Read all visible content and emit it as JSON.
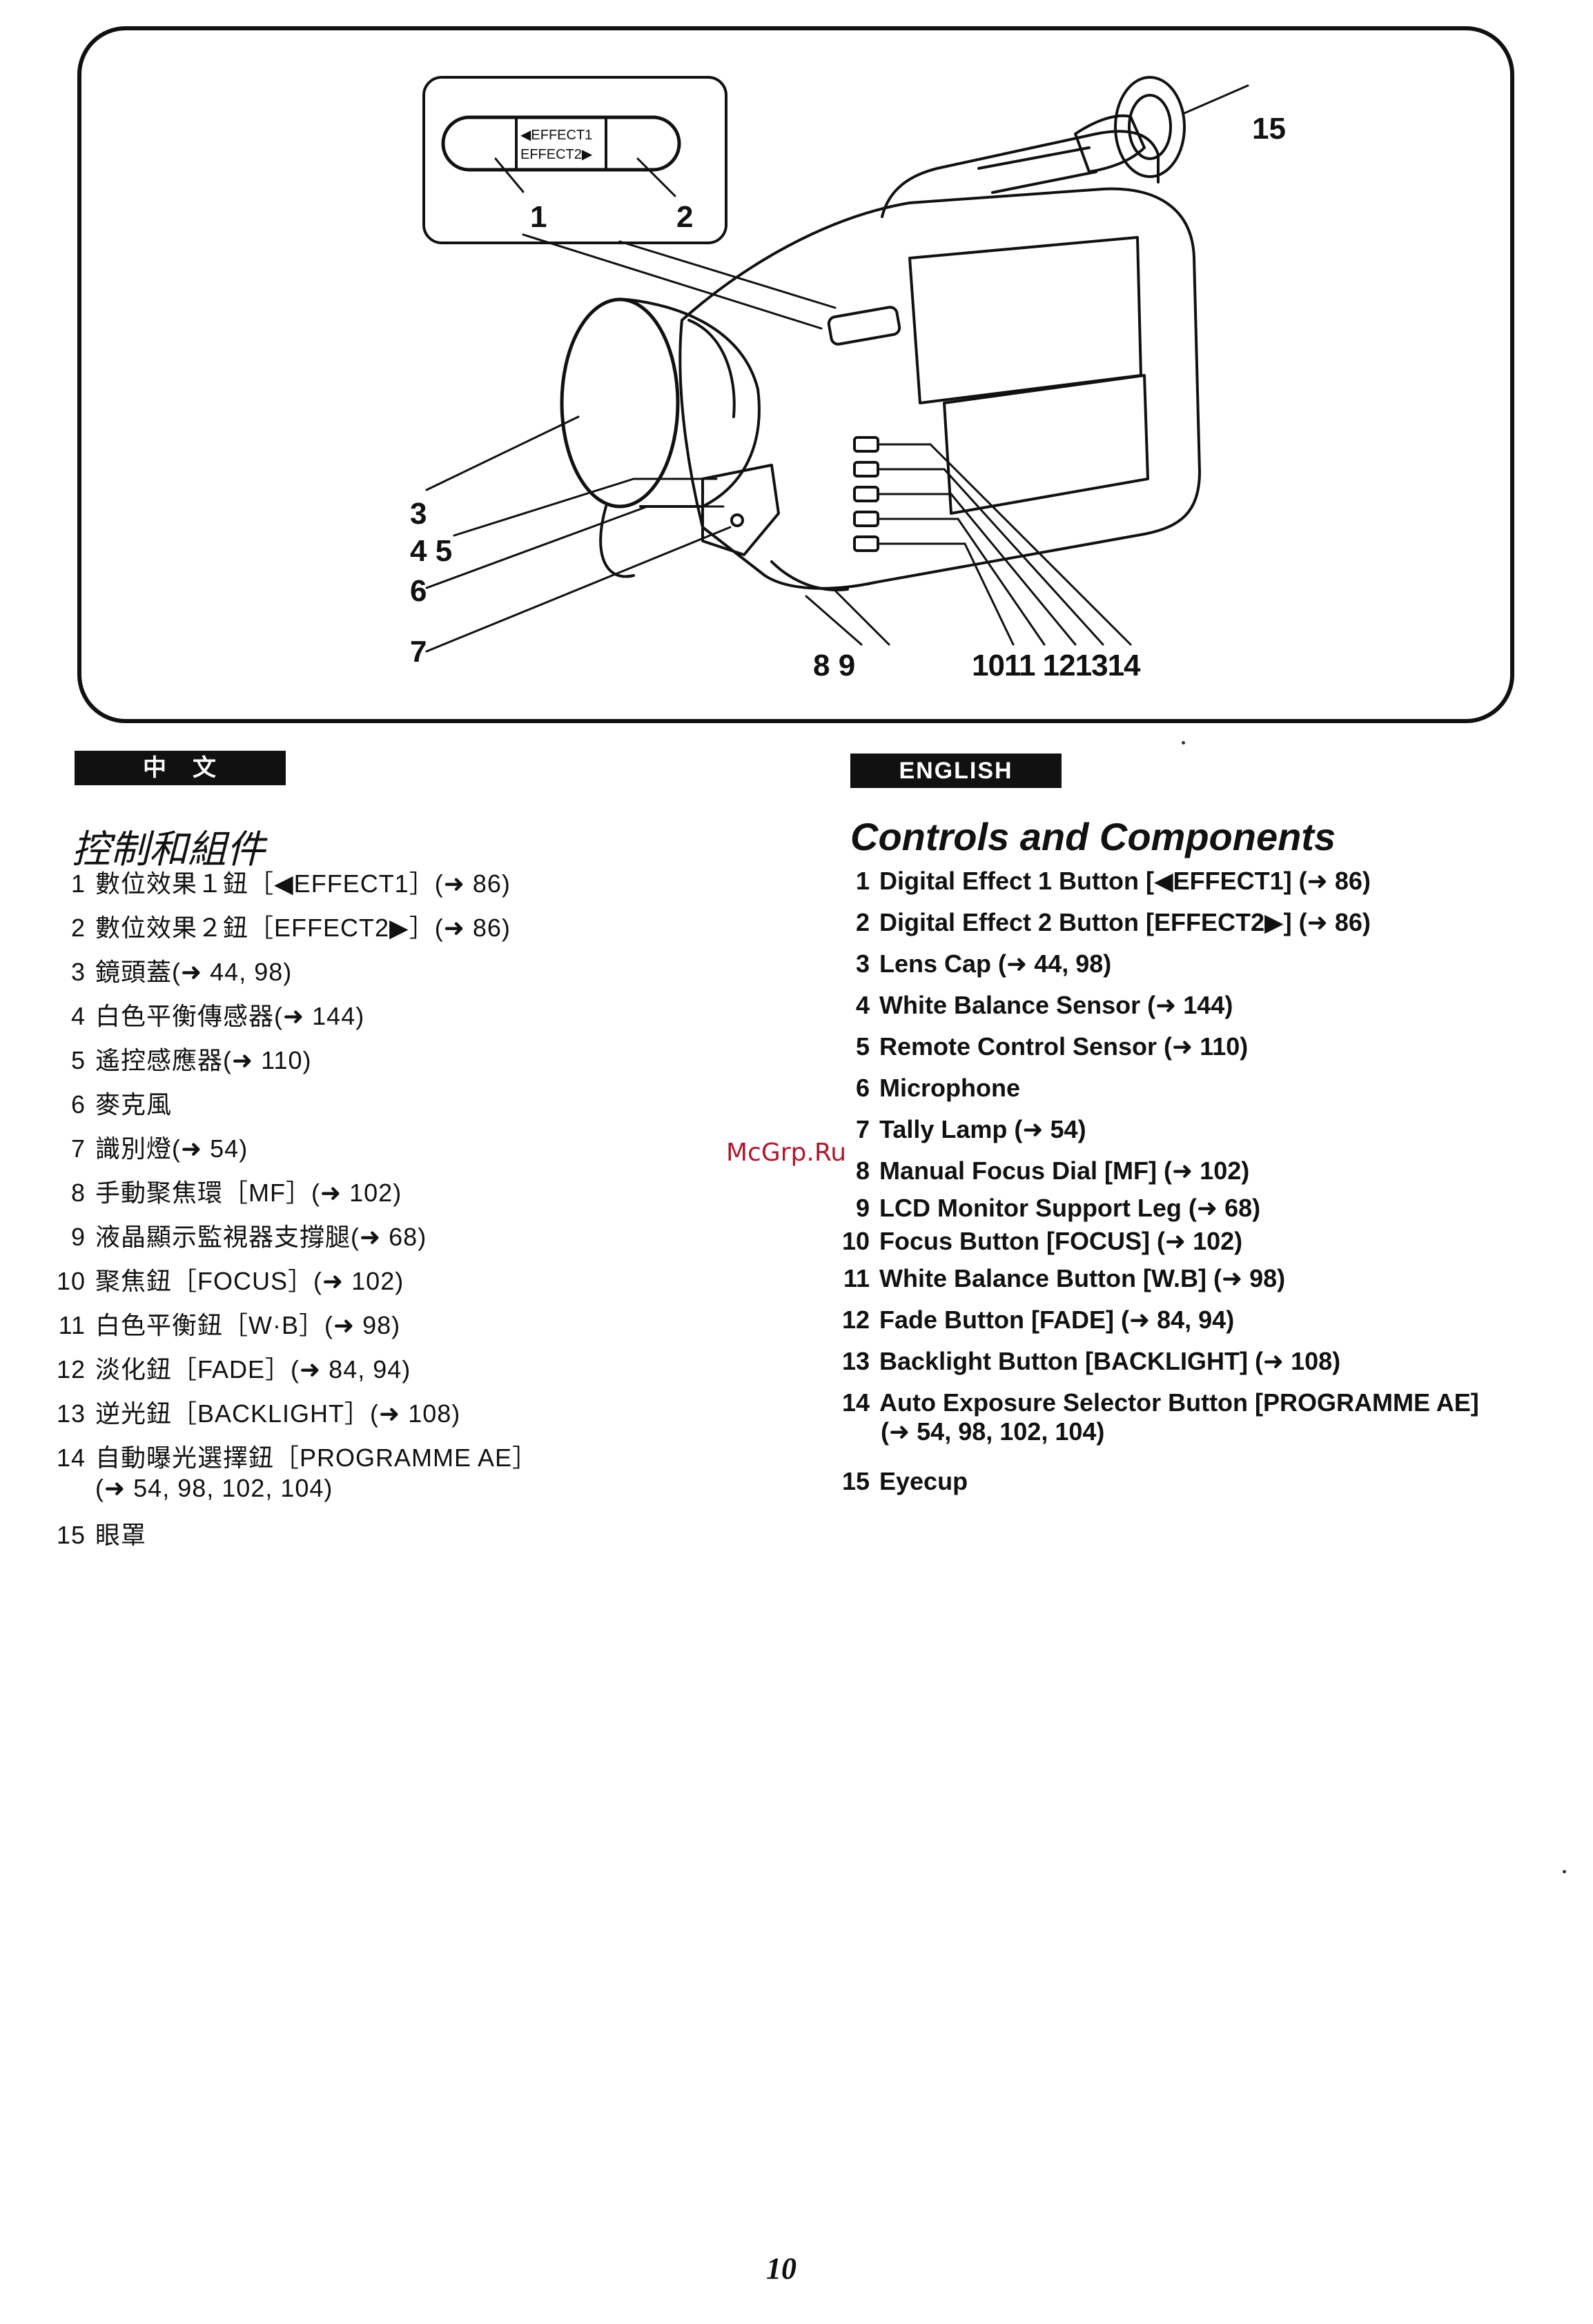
{
  "figure": {
    "effect_label_1": "◀EFFECT1",
    "effect_label_2": "EFFECT2▶",
    "callouts": {
      "c1": "1",
      "c2": "2",
      "c3": "3",
      "c45": "4 5",
      "c6": "6",
      "c7": "7",
      "c89": "8 9",
      "c10to14": "1011 121314",
      "c15": "15"
    }
  },
  "chinese": {
    "tab": "中　文",
    "title": "控制和組件",
    "items": [
      {
        "num": "1",
        "text": "數位效果１鈕［◀EFFECT1］(➜ 86)"
      },
      {
        "num": "2",
        "text": "數位效果２鈕［EFFECT2▶］(➜ 86)"
      },
      {
        "num": "3",
        "text": "鏡頭蓋(➜ 44, 98)"
      },
      {
        "num": "4",
        "text": "白色平衡傳感器(➜ 144)"
      },
      {
        "num": "5",
        "text": "遙控感應器(➜ 110)"
      },
      {
        "num": "6",
        "text": "麥克風"
      },
      {
        "num": "7",
        "text": "識別燈(➜ 54)"
      },
      {
        "num": "8",
        "text": "手動聚焦環［MF］(➜ 102)"
      },
      {
        "num": "9",
        "text": "液晶顯示監視器支撐腿(➜ 68)"
      },
      {
        "num": "10",
        "text": "聚焦鈕［FOCUS］(➜ 102)"
      },
      {
        "num": "11",
        "text": "白色平衡鈕［W·B］(➜ 98)"
      },
      {
        "num": "12",
        "text": "淡化鈕［FADE］(➜ 84, 94)"
      },
      {
        "num": "13",
        "text": "逆光鈕［BACKLIGHT］(➜ 108)"
      },
      {
        "num": "14",
        "text": "自動曝光選擇鈕［PROGRAMME AE］",
        "cont": "(➜ 54, 98, 102, 104)"
      },
      {
        "num": "15",
        "text": "眼罩"
      }
    ]
  },
  "english": {
    "tab": "ENGLISH",
    "title": "Controls and Components",
    "items": [
      {
        "num": "1",
        "text": "Digital Effect 1 Button [◀EFFECT1] (➜ 86)"
      },
      {
        "num": "2",
        "text": "Digital Effect 2 Button [EFFECT2▶] (➜ 86)"
      },
      {
        "num": "3",
        "text": "Lens Cap (➜ 44, 98)"
      },
      {
        "num": "4",
        "text": "White Balance Sensor (➜ 144)"
      },
      {
        "num": "5",
        "text": "Remote Control Sensor (➜ 110)"
      },
      {
        "num": "6",
        "text": "Microphone"
      },
      {
        "num": "7",
        "text": "Tally Lamp (➜ 54)"
      },
      {
        "num": "8",
        "text": "Manual Focus Dial [MF] (➜ 102)"
      },
      {
        "num": "9",
        "text": "LCD Monitor Support Leg (➜ 68)"
      },
      {
        "num": "10",
        "text": "Focus Button [FOCUS] (➜ 102)"
      },
      {
        "num": "11",
        "text": "White Balance Button [W.B] (➜ 98)"
      },
      {
        "num": "12",
        "text": "Fade Button [FADE] (➜ 84, 94)"
      },
      {
        "num": "13",
        "text": "Backlight Button [BACKLIGHT] (➜ 108)"
      },
      {
        "num": "14",
        "text": "Auto Exposure Selector Button [PROGRAMME AE]",
        "cont": "(➜ 54, 98, 102, 104)"
      },
      {
        "num": "15",
        "text": "Eyecup"
      }
    ]
  },
  "watermark": "McGrp.Ru",
  "page_number": "10"
}
